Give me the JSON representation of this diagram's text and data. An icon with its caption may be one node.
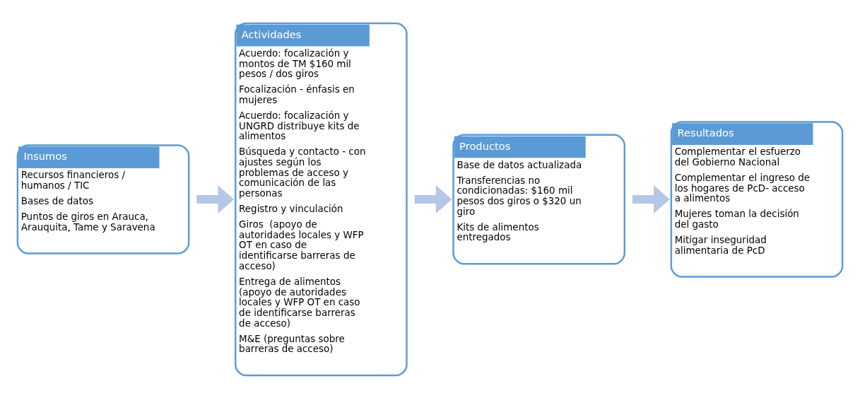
{
  "diagram": {
    "nodes": [
      {
        "text": [
          "Insumos",
          "Recursos financieros / humanos / TIC",
          "Bases de datos",
          "Puntos de giros en Arauca, Arauquita, Tame y Saravena"
        ]
      },
      {
        "text": [
          "Actividades",
          "Acuerdo: focalización y montos de TM $160 mil pesos / dos giros",
          "Focalización - énfasis en mujeres",
          "Acuerdo: focalización y UNGRD distribuye kits de alimentos",
          "Búsqueda y contacto - con ajustes según los problemas de acceso y comunicación de las personas",
          "Registro y vinculación",
          "Giros  (apoyo de autoridades locales y WFP OT en caso de identificarse barreras de acceso)",
          "Entrega de alimentos (apoyo de autoridades locales y WFP OT en caso de identificarse barreras de acceso)",
          "M&E (preguntas sobre barreras de acceso)"
        ]
      },
      {
        "text": [
          "Productos",
          "Base de datos actualizada",
          "Transferencias no condicionadas: $160 mil pesos dos giros o $320 un giro",
          "Kits de alimentos entregados"
        ]
      },
      {
        "text": [
          "Resultados",
          "Complementar el esfuerzo del Gobierno Nacional",
          "Complementar el ingreso de los hogares de PcD- acceso a alimentos",
          "Mujeres toman la decisión del gasto",
          "Mitigar inseguridad alimentaria de PcD"
        ]
      }
    ],
    "edges": [
      {
        "from": 0,
        "to": 1,
        "arrow": "to"
      },
      {
        "from": 1,
        "to": 2,
        "arrow": "to"
      },
      {
        "from": 2,
        "to": 3,
        "arrow": "to"
      }
    ]
  }
}
